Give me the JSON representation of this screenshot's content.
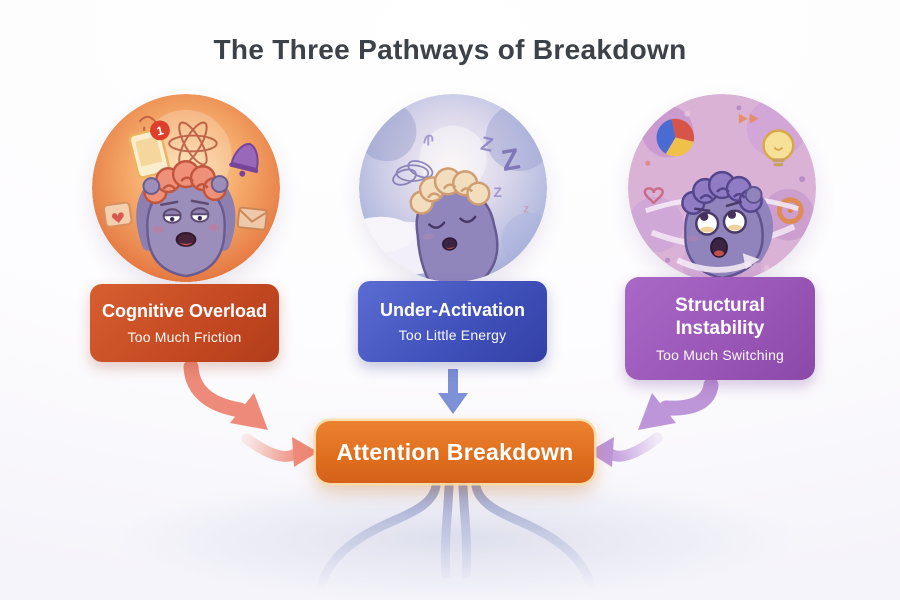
{
  "title": "The Three Pathways of Breakdown",
  "pathways": [
    {
      "title": "Cognitive Overload",
      "subtitle": "Too Much Friction",
      "box_color_top": "#d65f30",
      "box_color_bottom": "#b23d1b",
      "arrow_color": "#ee8a79",
      "illustration": "overwhelmed-brain-character"
    },
    {
      "title": "Under-Activation",
      "subtitle": "Too Little Energy",
      "box_color_top": "#5b6cd2",
      "box_color_bottom": "#3340a6",
      "arrow_color": "#7e90d6",
      "illustration": "sleeping-brain-character"
    },
    {
      "title": "Structural Instability",
      "subtitle": "Too Much Switching",
      "box_color_top": "#a968c6",
      "box_color_bottom": "#8a48a8",
      "arrow_color": "#bd95d9",
      "illustration": "dizzy-brain-character"
    }
  ],
  "result": {
    "label": "Attention Breakdown",
    "box_color_top": "#ec8231",
    "box_color_bottom": "#d5611a",
    "glow_color": "#f9dca4"
  },
  "decor": {
    "badge_count": "1",
    "z_large": "Z",
    "z_medium": "Z",
    "z_small": "Z",
    "z_tiny": "z"
  },
  "palette": {
    "background": "#fdfcfe",
    "title_color": "#3d4148",
    "roots_color": "#8d97c4"
  }
}
